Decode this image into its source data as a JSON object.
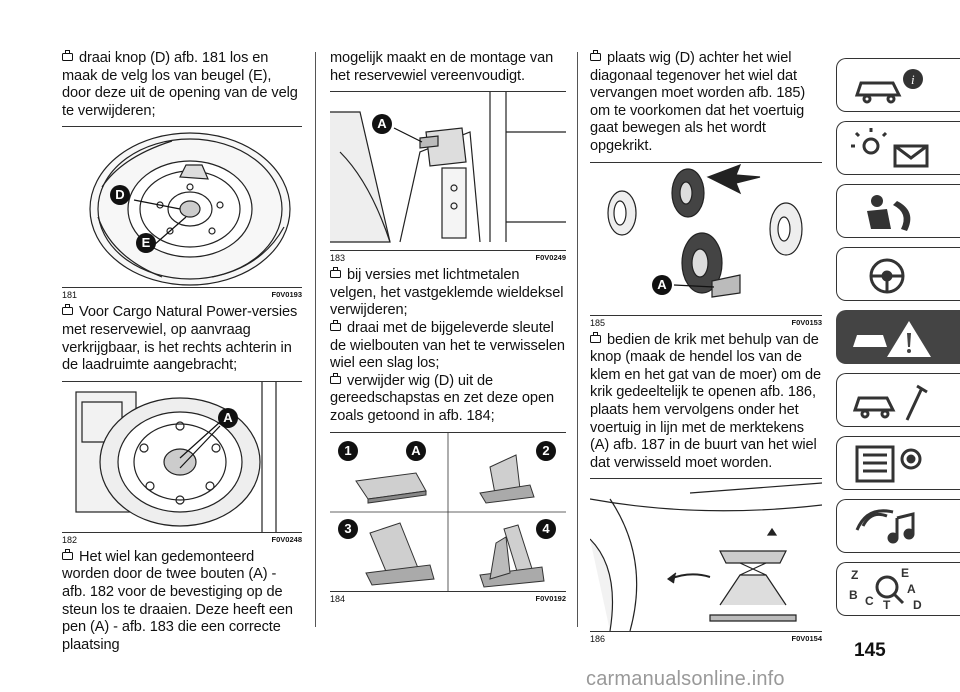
{
  "columns": {
    "col1": {
      "p1": "draai knop (D) afb. 181 los en maak de velg los van beugel (E), door deze uit de opening van de velg te verwijderen;",
      "fig181": {
        "num": "181",
        "code": "F0V0193",
        "labels": [
          "D",
          "E"
        ]
      },
      "p2": "Voor Cargo Natural Power-versies met reservewiel, op aanvraag verkrijgbaar, is het rechts achterin in de laadruimte aangebracht;",
      "fig182": {
        "num": "182",
        "code": "F0V0248",
        "labels": [
          "A"
        ]
      },
      "p3": "Het wiel kan gedemonteerd worden door de twee bouten (A) - afb. 182 voor de bevestiging op de steun los te draaien. Deze heeft een pen (A) - afb. 183 die een correcte plaatsing"
    },
    "col2": {
      "p1": "mogelijk maakt en de montage van het reservewiel vereenvoudigt.",
      "fig183": {
        "num": "183",
        "code": "F0V0249",
        "labels": [
          "A"
        ]
      },
      "p2": "bij versies met lichtmetalen velgen, het vastgeklemde wieldeksel verwijderen;",
      "p3": "draai met de bijgeleverde sleutel de wielbouten van het te verwisselen wiel een slag los;",
      "p4": "verwijder wig (D) uit de gereedschapstas en zet deze open zoals getoond in afb. 184;",
      "fig184": {
        "num": "184",
        "code": "F0V0192",
        "labels": [
          "1",
          "A",
          "2",
          "3",
          "4"
        ]
      }
    },
    "col3": {
      "p1": "plaats wig (D) achter het wiel diagonaal tegenover het wiel dat vervangen moet worden afb. 185) om te voorkomen dat het voertuig gaat bewegen als het wordt opgekrikt.",
      "fig185": {
        "num": "185",
        "code": "F0V0153",
        "labels": [
          "A"
        ]
      },
      "p2": "bedien de krik met behulp van de knop (maak de hendel los van de klem en het gat van de moer) om de krik gedeeltelijk te openen afb. 186, plaats hem vervolgens onder het voertuig in lijn met de merktekens (A) afb. 187 in de buurt van het wiel dat verwisseld moet worden.",
      "fig186": {
        "num": "186",
        "code": "F0V0154"
      }
    }
  },
  "side_tabs": [
    {
      "icon": "car-info-icon",
      "active": false
    },
    {
      "icon": "warning-lights-icon",
      "active": false
    },
    {
      "icon": "safety-airbag-icon",
      "active": false
    },
    {
      "icon": "steering-wheel-icon",
      "active": false
    },
    {
      "icon": "emergency-breakdown-icon",
      "active": true
    },
    {
      "icon": "maintenance-wrench-icon",
      "active": false
    },
    {
      "icon": "technical-data-icon",
      "active": false
    },
    {
      "icon": "multimedia-icon",
      "active": false
    },
    {
      "icon": "index-icon",
      "active": false
    }
  ],
  "index_letters": [
    "Z",
    "E",
    "B",
    "A",
    "C",
    "T",
    "D"
  ],
  "page_number": "145",
  "watermark": "carmanualsonline.info",
  "colors": {
    "active_tab": "#444444",
    "text": "#111111"
  }
}
